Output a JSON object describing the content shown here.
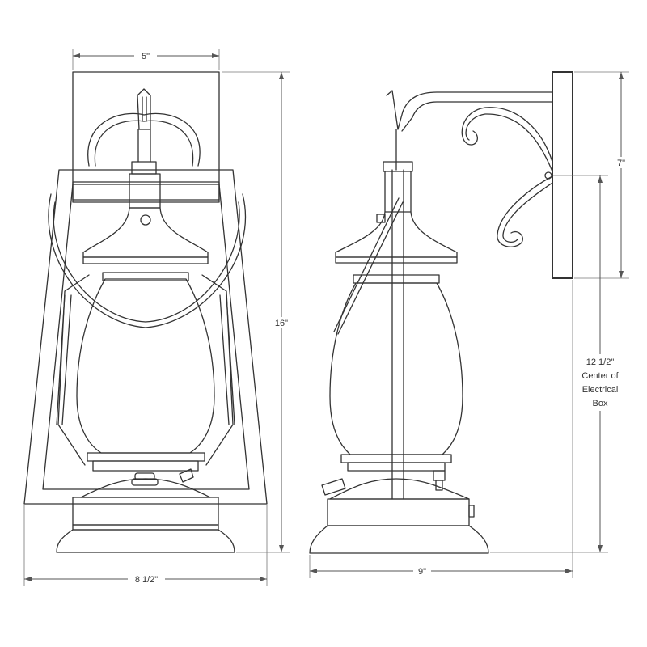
{
  "dimensions": {
    "front_top_width": "5\"",
    "front_height": "16\"",
    "front_bottom_width": "8 1/2\"",
    "side_bottom_width": "9\"",
    "bracket_height": "7\"",
    "box_center_lines": [
      "12 1/2\"",
      "Center of",
      "Electrical",
      "Box"
    ]
  },
  "line_color": "#333333"
}
